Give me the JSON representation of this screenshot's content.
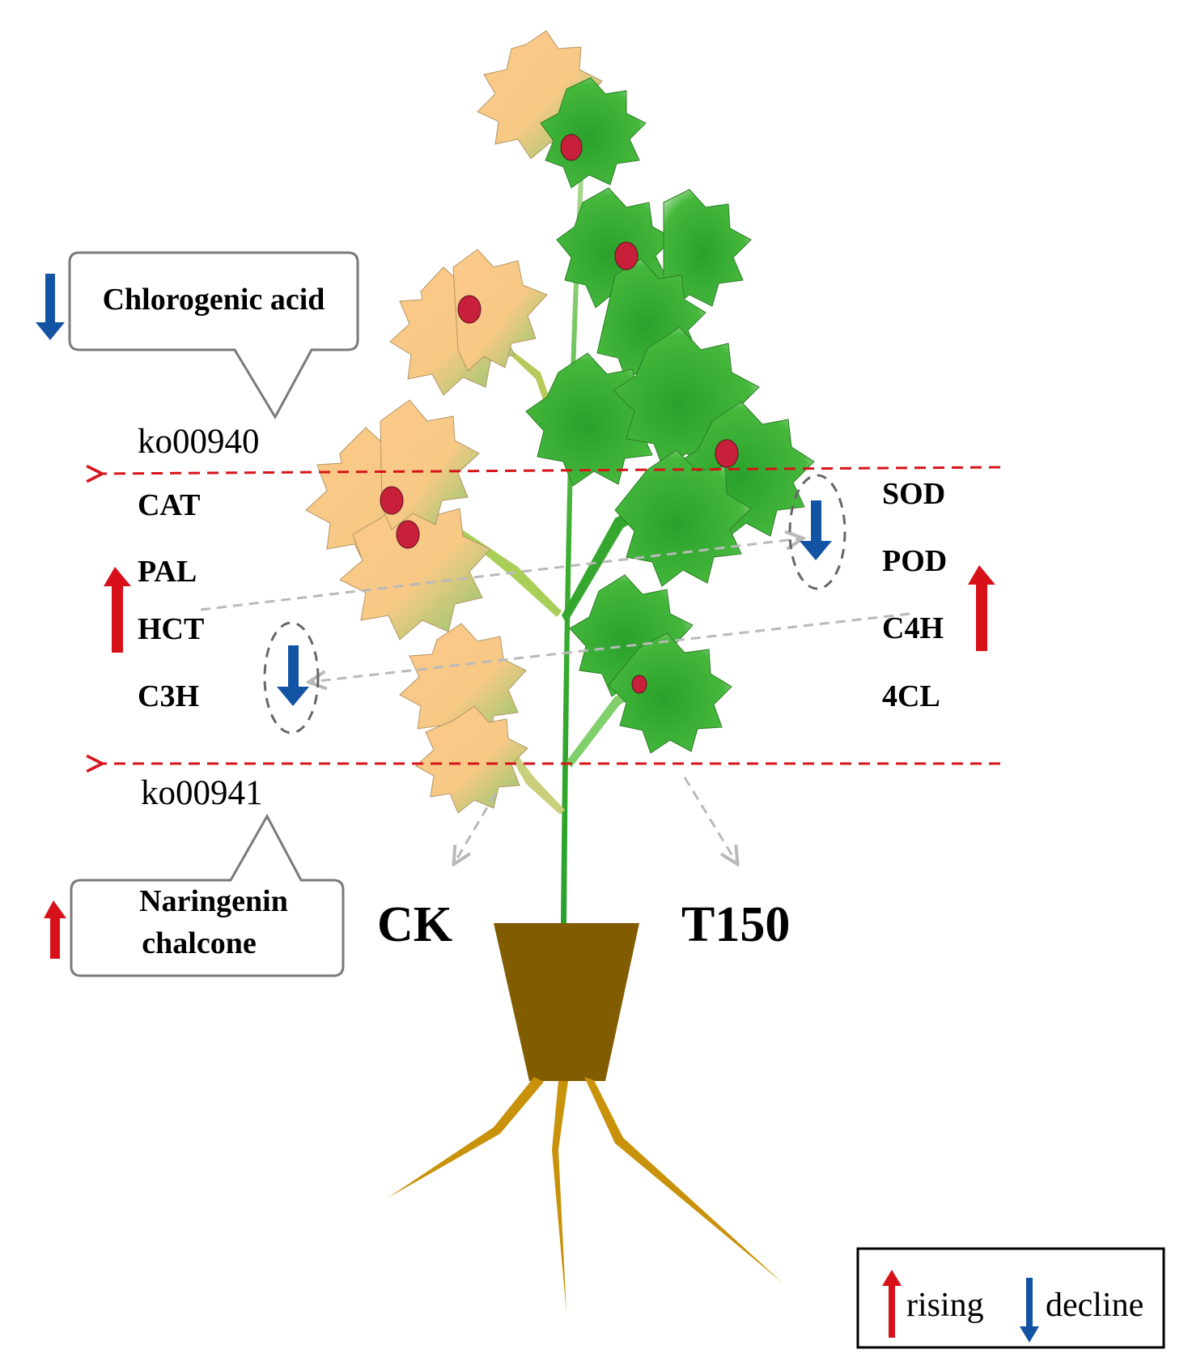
{
  "callouts": {
    "top": {
      "label": "Chlorogenic acid",
      "direction": "decline"
    },
    "bottom": {
      "line1": "Naringenin",
      "line2": "chalcone",
      "direction": "rising"
    }
  },
  "pathways": {
    "upper": "ko00940",
    "lower": "ko00941"
  },
  "genes_left": [
    "CAT",
    "PAL",
    "HCT",
    "C3H"
  ],
  "genes_right": [
    "SOD",
    "POD",
    "C4H",
    "4CL"
  ],
  "gene_changes": {
    "left_group": {
      "genes": [
        "PAL",
        "HCT"
      ],
      "direction": "rising"
    },
    "left_small": {
      "direction": "decline"
    },
    "right_small": {
      "direction": "decline"
    },
    "right_group": {
      "genes": [
        "POD",
        "C4H"
      ],
      "direction": "rising"
    }
  },
  "groups": {
    "left": "CK",
    "right": "T150"
  },
  "legend": {
    "rising": "rising",
    "decline": "decline"
  },
  "colors": {
    "rising": "#d7111a",
    "decline": "#1253a3",
    "pathway_line": "#d6151b",
    "pot": "#815c00",
    "roots": "#c8920a",
    "leaf_green": "#36b030",
    "leaf_stressed": "#fcc98a",
    "berry": "#c8203a"
  },
  "icons": {
    "rising": "red-up-arrow",
    "decline": "blue-down-arrow"
  }
}
